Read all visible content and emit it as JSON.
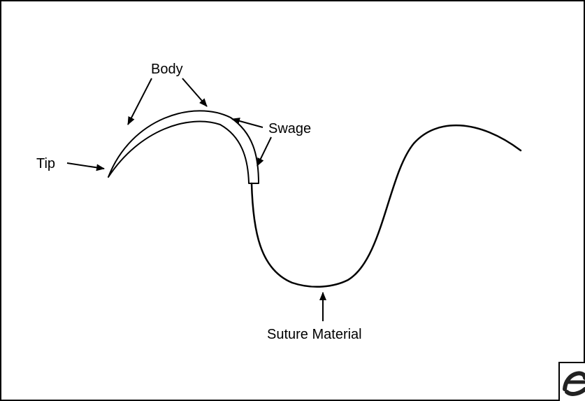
{
  "diagram": {
    "labels": {
      "body": "Body",
      "swage": "Swage",
      "tip": "Tip",
      "suture_material": "Suture Material"
    },
    "colors": {
      "ink": "#000000",
      "background": "#ffffff"
    },
    "corner_logo_icon": "e-logo-icon"
  }
}
